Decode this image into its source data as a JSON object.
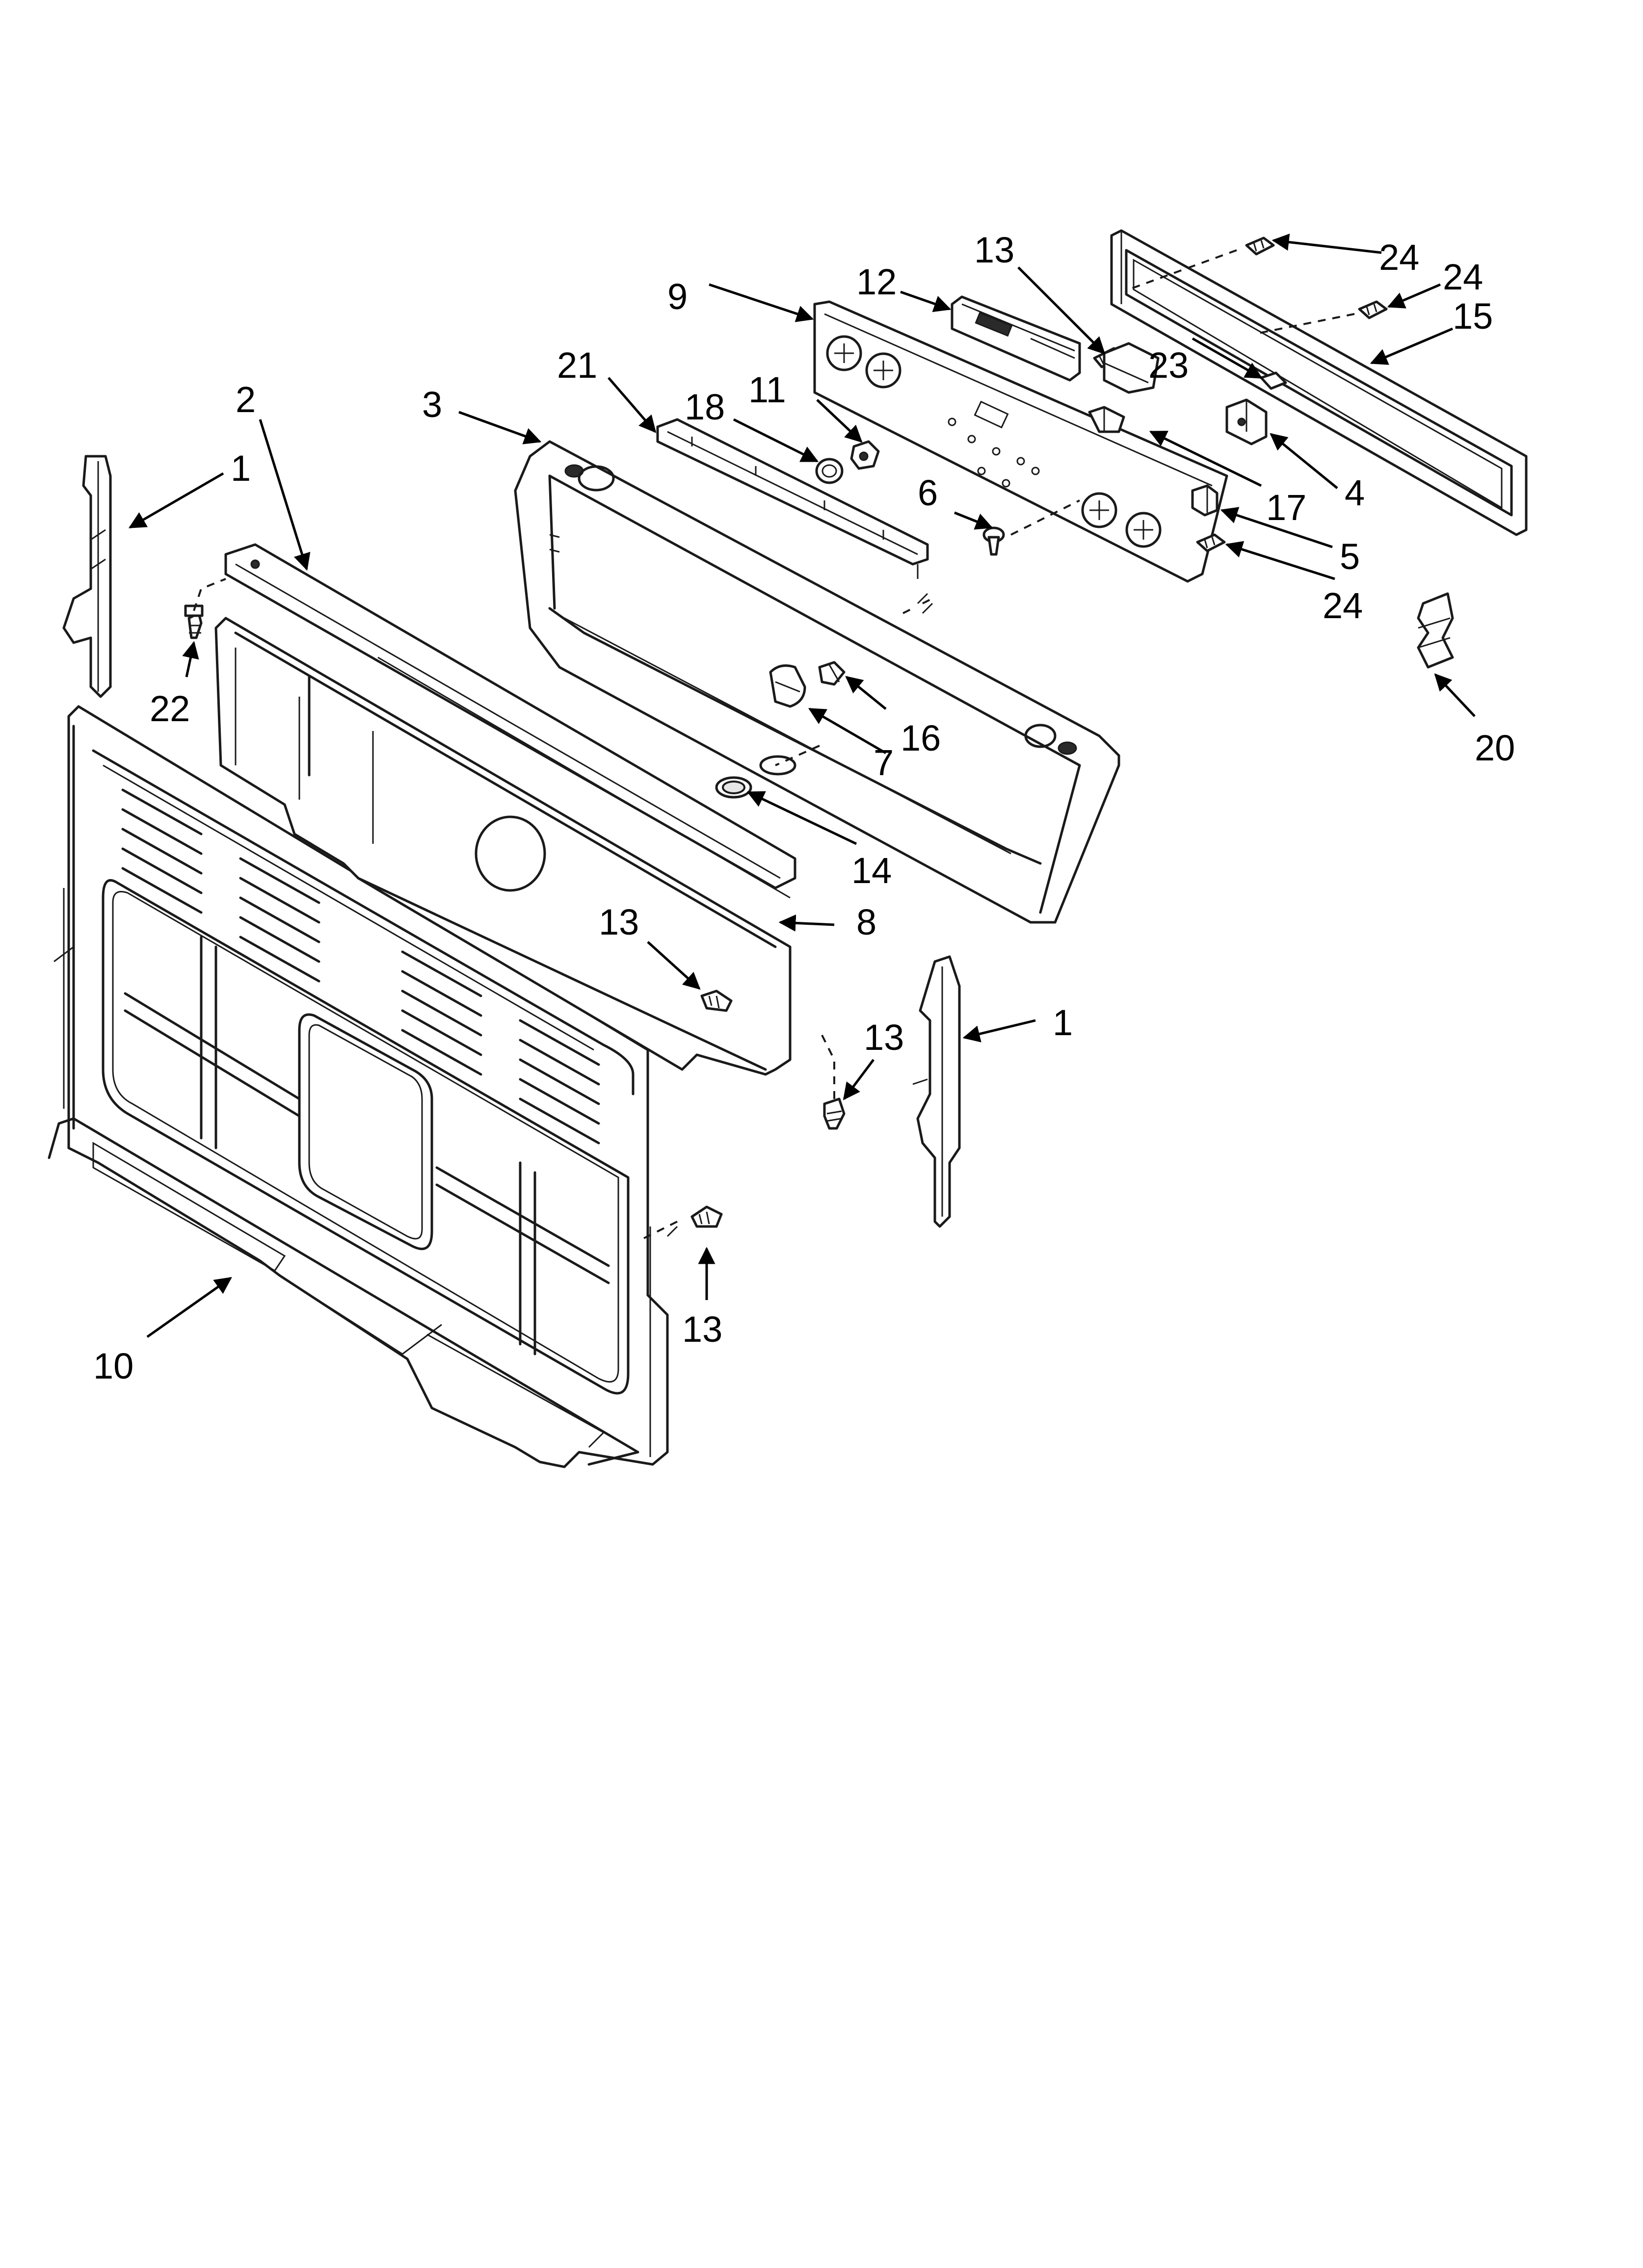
{
  "callouts": [
    {
      "id": "c1a",
      "label": "1"
    },
    {
      "id": "c1b",
      "label": "1"
    },
    {
      "id": "c2",
      "label": "2"
    },
    {
      "id": "c3",
      "label": "3"
    },
    {
      "id": "c4",
      "label": "4"
    },
    {
      "id": "c5",
      "label": "5"
    },
    {
      "id": "c6",
      "label": "6"
    },
    {
      "id": "c7",
      "label": "7"
    },
    {
      "id": "c8",
      "label": "8"
    },
    {
      "id": "c9",
      "label": "9"
    },
    {
      "id": "c10",
      "label": "10"
    },
    {
      "id": "c11",
      "label": "11"
    },
    {
      "id": "c12",
      "label": "12"
    },
    {
      "id": "c13a",
      "label": "13"
    },
    {
      "id": "c13b",
      "label": "13"
    },
    {
      "id": "c13c",
      "label": "13"
    },
    {
      "id": "c13d",
      "label": "13"
    },
    {
      "id": "c14",
      "label": "14"
    },
    {
      "id": "c15",
      "label": "15"
    },
    {
      "id": "c16",
      "label": "16"
    },
    {
      "id": "c17",
      "label": "17"
    },
    {
      "id": "c18",
      "label": "18"
    },
    {
      "id": "c20",
      "label": "20"
    },
    {
      "id": "c21",
      "label": "21"
    },
    {
      "id": "c22",
      "label": "22"
    },
    {
      "id": "c23",
      "label": "23"
    },
    {
      "id": "c24a",
      "label": "24"
    },
    {
      "id": "c24b",
      "label": "24"
    },
    {
      "id": "c24c",
      "label": "24"
    }
  ]
}
